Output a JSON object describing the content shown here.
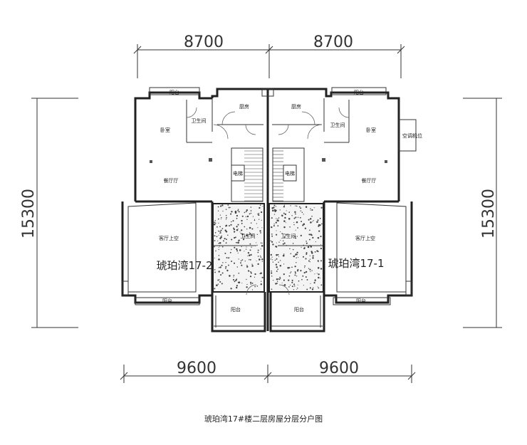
{
  "dimensions": {
    "top_left": "8700",
    "top_right": "8700",
    "bottom_left": "9600",
    "bottom_right": "9600",
    "side_left": "15300",
    "side_right": "15300"
  },
  "units": {
    "left": "琥珀湾17-2",
    "right": "琥珀湾17-1"
  },
  "rooms": {
    "balcony_tl": "阳台",
    "balcony_tr": "阳台",
    "kitchen_l": "厨房",
    "kitchen_r": "厨房",
    "bedroom_l": "卧室",
    "bedroom_r": "卧室",
    "bath_l": "卫生间",
    "bath_r": "卫生间",
    "elevator_l": "电梯",
    "elevator_r": "电梯",
    "dining_l": "餐厅厅",
    "dining_r": "餐厅厅",
    "living_void_l": "客厅上空",
    "living_void_r": "客厅上空",
    "bath_mid_l": "卫生间",
    "bath_mid_r": "卫生间",
    "balcony_bl": "阳台",
    "balcony_br": "阳台",
    "balcony_btl": "阳台",
    "balcony_btr": "阳台",
    "ac_unit": "空调机位"
  },
  "caption": "琥珀湾17#楼二层房屋分层分户图"
}
